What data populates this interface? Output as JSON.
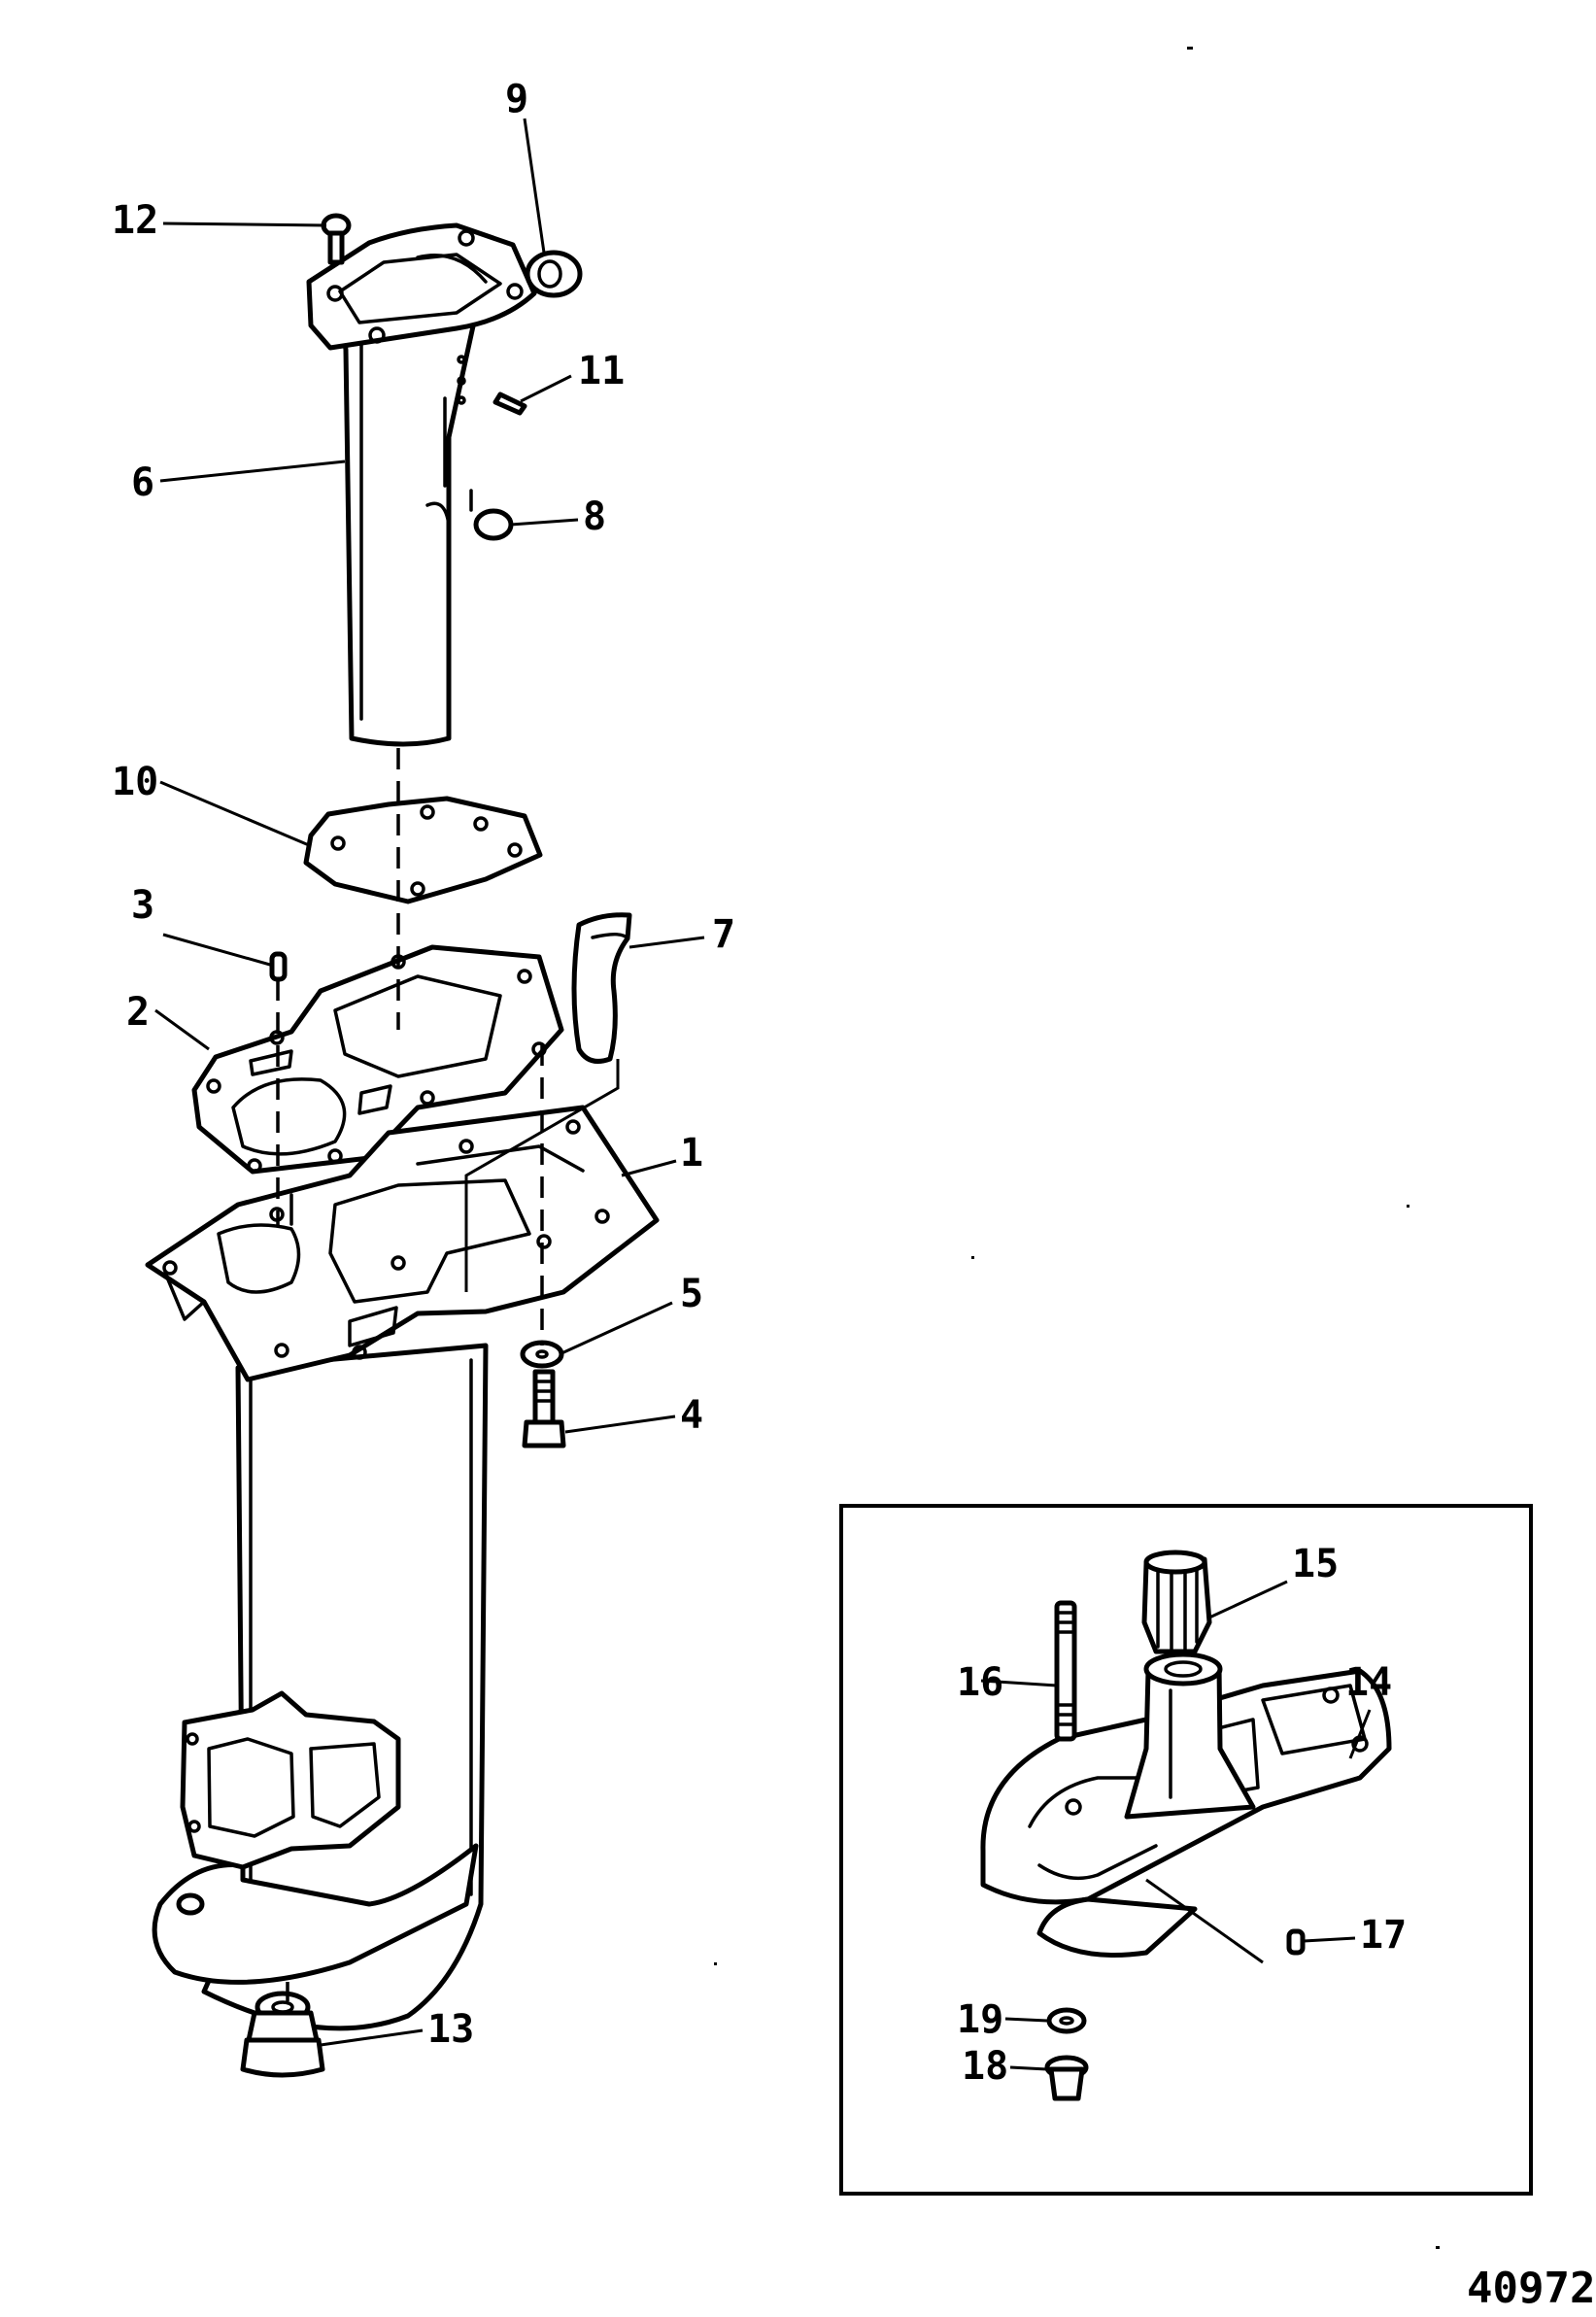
{
  "callouts": {
    "c1": "1",
    "c2": "2",
    "c3": "3",
    "c4": "4",
    "c5": "5",
    "c6": "6",
    "c7": "7",
    "c8": "8",
    "c9": "9",
    "c10": "10",
    "c11": "11",
    "c12": "12",
    "c13": "13",
    "c14": "14",
    "c15": "15",
    "c16": "16",
    "c17": "17",
    "c18": "18",
    "c19": "19"
  },
  "figure_number": "40972"
}
